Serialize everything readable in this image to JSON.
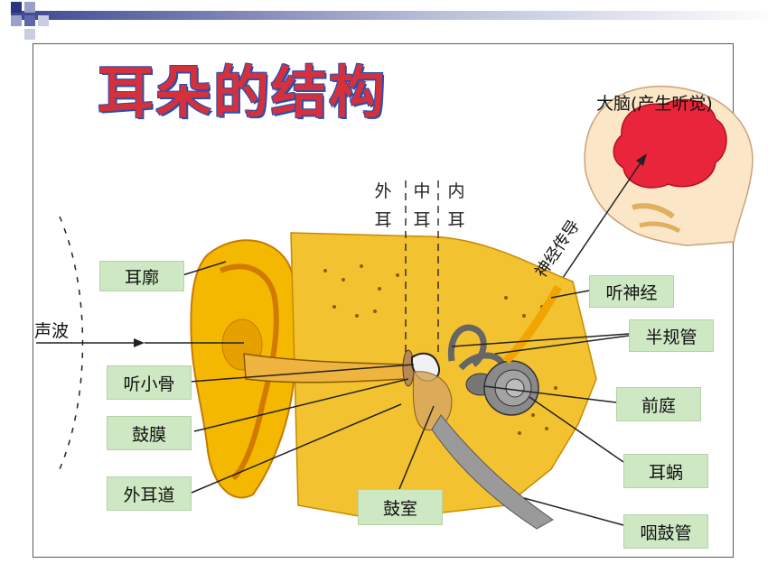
{
  "title": "耳朵的结构",
  "brain_caption": "大脑(产生听觉)",
  "neural_path": "神经传导",
  "divisions": {
    "outer": "外耳",
    "middle": "中耳",
    "inner": "内耳"
  },
  "sound_wave": "声波",
  "labels": {
    "pinna": "耳廓",
    "ossicles": "听小骨",
    "eardrum": "鼓膜",
    "ear_canal": "外耳道",
    "tympanic_cavity": "鼓室",
    "auditory_nerve": "听神经",
    "semicircular_canals": "半规管",
    "vestibule": "前庭",
    "cochlea": "耳蜗",
    "eustachian_tube": "咽鼓管"
  },
  "colors": {
    "label_bg": "#cfe8c4",
    "title": "#d6303b",
    "title_outline": "#2a4fb0",
    "brain": "#e8253a",
    "ear": "#f5b800"
  }
}
